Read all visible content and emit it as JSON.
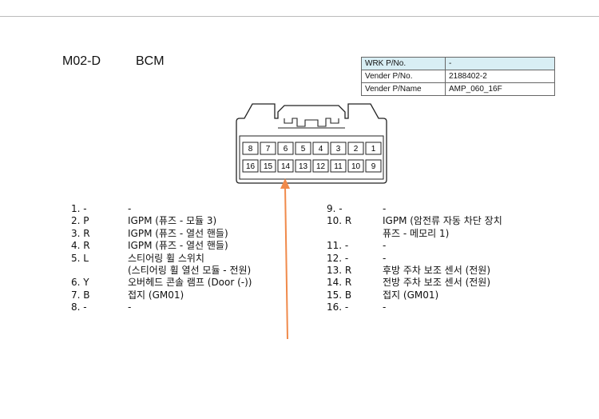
{
  "header": {
    "code": "M02-D",
    "name": "BCM"
  },
  "info_table": [
    {
      "label": "WRK P/No.",
      "value": "-"
    },
    {
      "label": "Vender P/No.",
      "value": "2188402-2"
    },
    {
      "label": "Vender P/Name",
      "value": "AMP_060_16F"
    }
  ],
  "connector": {
    "top_row": [
      "8",
      "7",
      "6",
      "5",
      "4",
      "3",
      "2",
      "1"
    ],
    "bottom_row": [
      "16",
      "15",
      "14",
      "13",
      "12",
      "11",
      "10",
      "9"
    ]
  },
  "pins_left": [
    {
      "num": "1. -",
      "desc": "-"
    },
    {
      "num": "2. P",
      "desc": "IGPM (퓨즈 - 모듈 3)"
    },
    {
      "num": "3. R",
      "desc": "IGPM (퓨즈 - 열선 핸들)"
    },
    {
      "num": "4. R",
      "desc": "IGPM (퓨즈 - 열선 핸들)"
    },
    {
      "num": "5. L",
      "desc": "스티어링 휠 스위치"
    },
    {
      "num": "",
      "desc": "(스티어링 휠 열선 모듈 - 전원)"
    },
    {
      "num": "6. Y",
      "desc": "오버헤드 콘솔 램프 (Door (-))"
    },
    {
      "num": "7. B",
      "desc": "접지 (GM01)"
    },
    {
      "num": "8. -",
      "desc": "-"
    }
  ],
  "pins_right": [
    {
      "num": "9. -",
      "desc": "-"
    },
    {
      "num": "10. R",
      "desc": "IGPM (암전류 자동 차단 장치"
    },
    {
      "num": "",
      "desc": "퓨즈 - 메모리 1)"
    },
    {
      "num": "11. -",
      "desc": "-"
    },
    {
      "num": "12. -",
      "desc": "-"
    },
    {
      "num": "13. R",
      "desc": "후방 주차 보조 센서 (전원)"
    },
    {
      "num": "14. R",
      "desc": "전방 주차 보조 센서 (전원)"
    },
    {
      "num": "15. B",
      "desc": "접지 (GM01)"
    },
    {
      "num": "16. -",
      "desc": "-"
    }
  ],
  "colors": {
    "arrow": "#f08a4b",
    "table_header_bg": "#d8eef4"
  }
}
